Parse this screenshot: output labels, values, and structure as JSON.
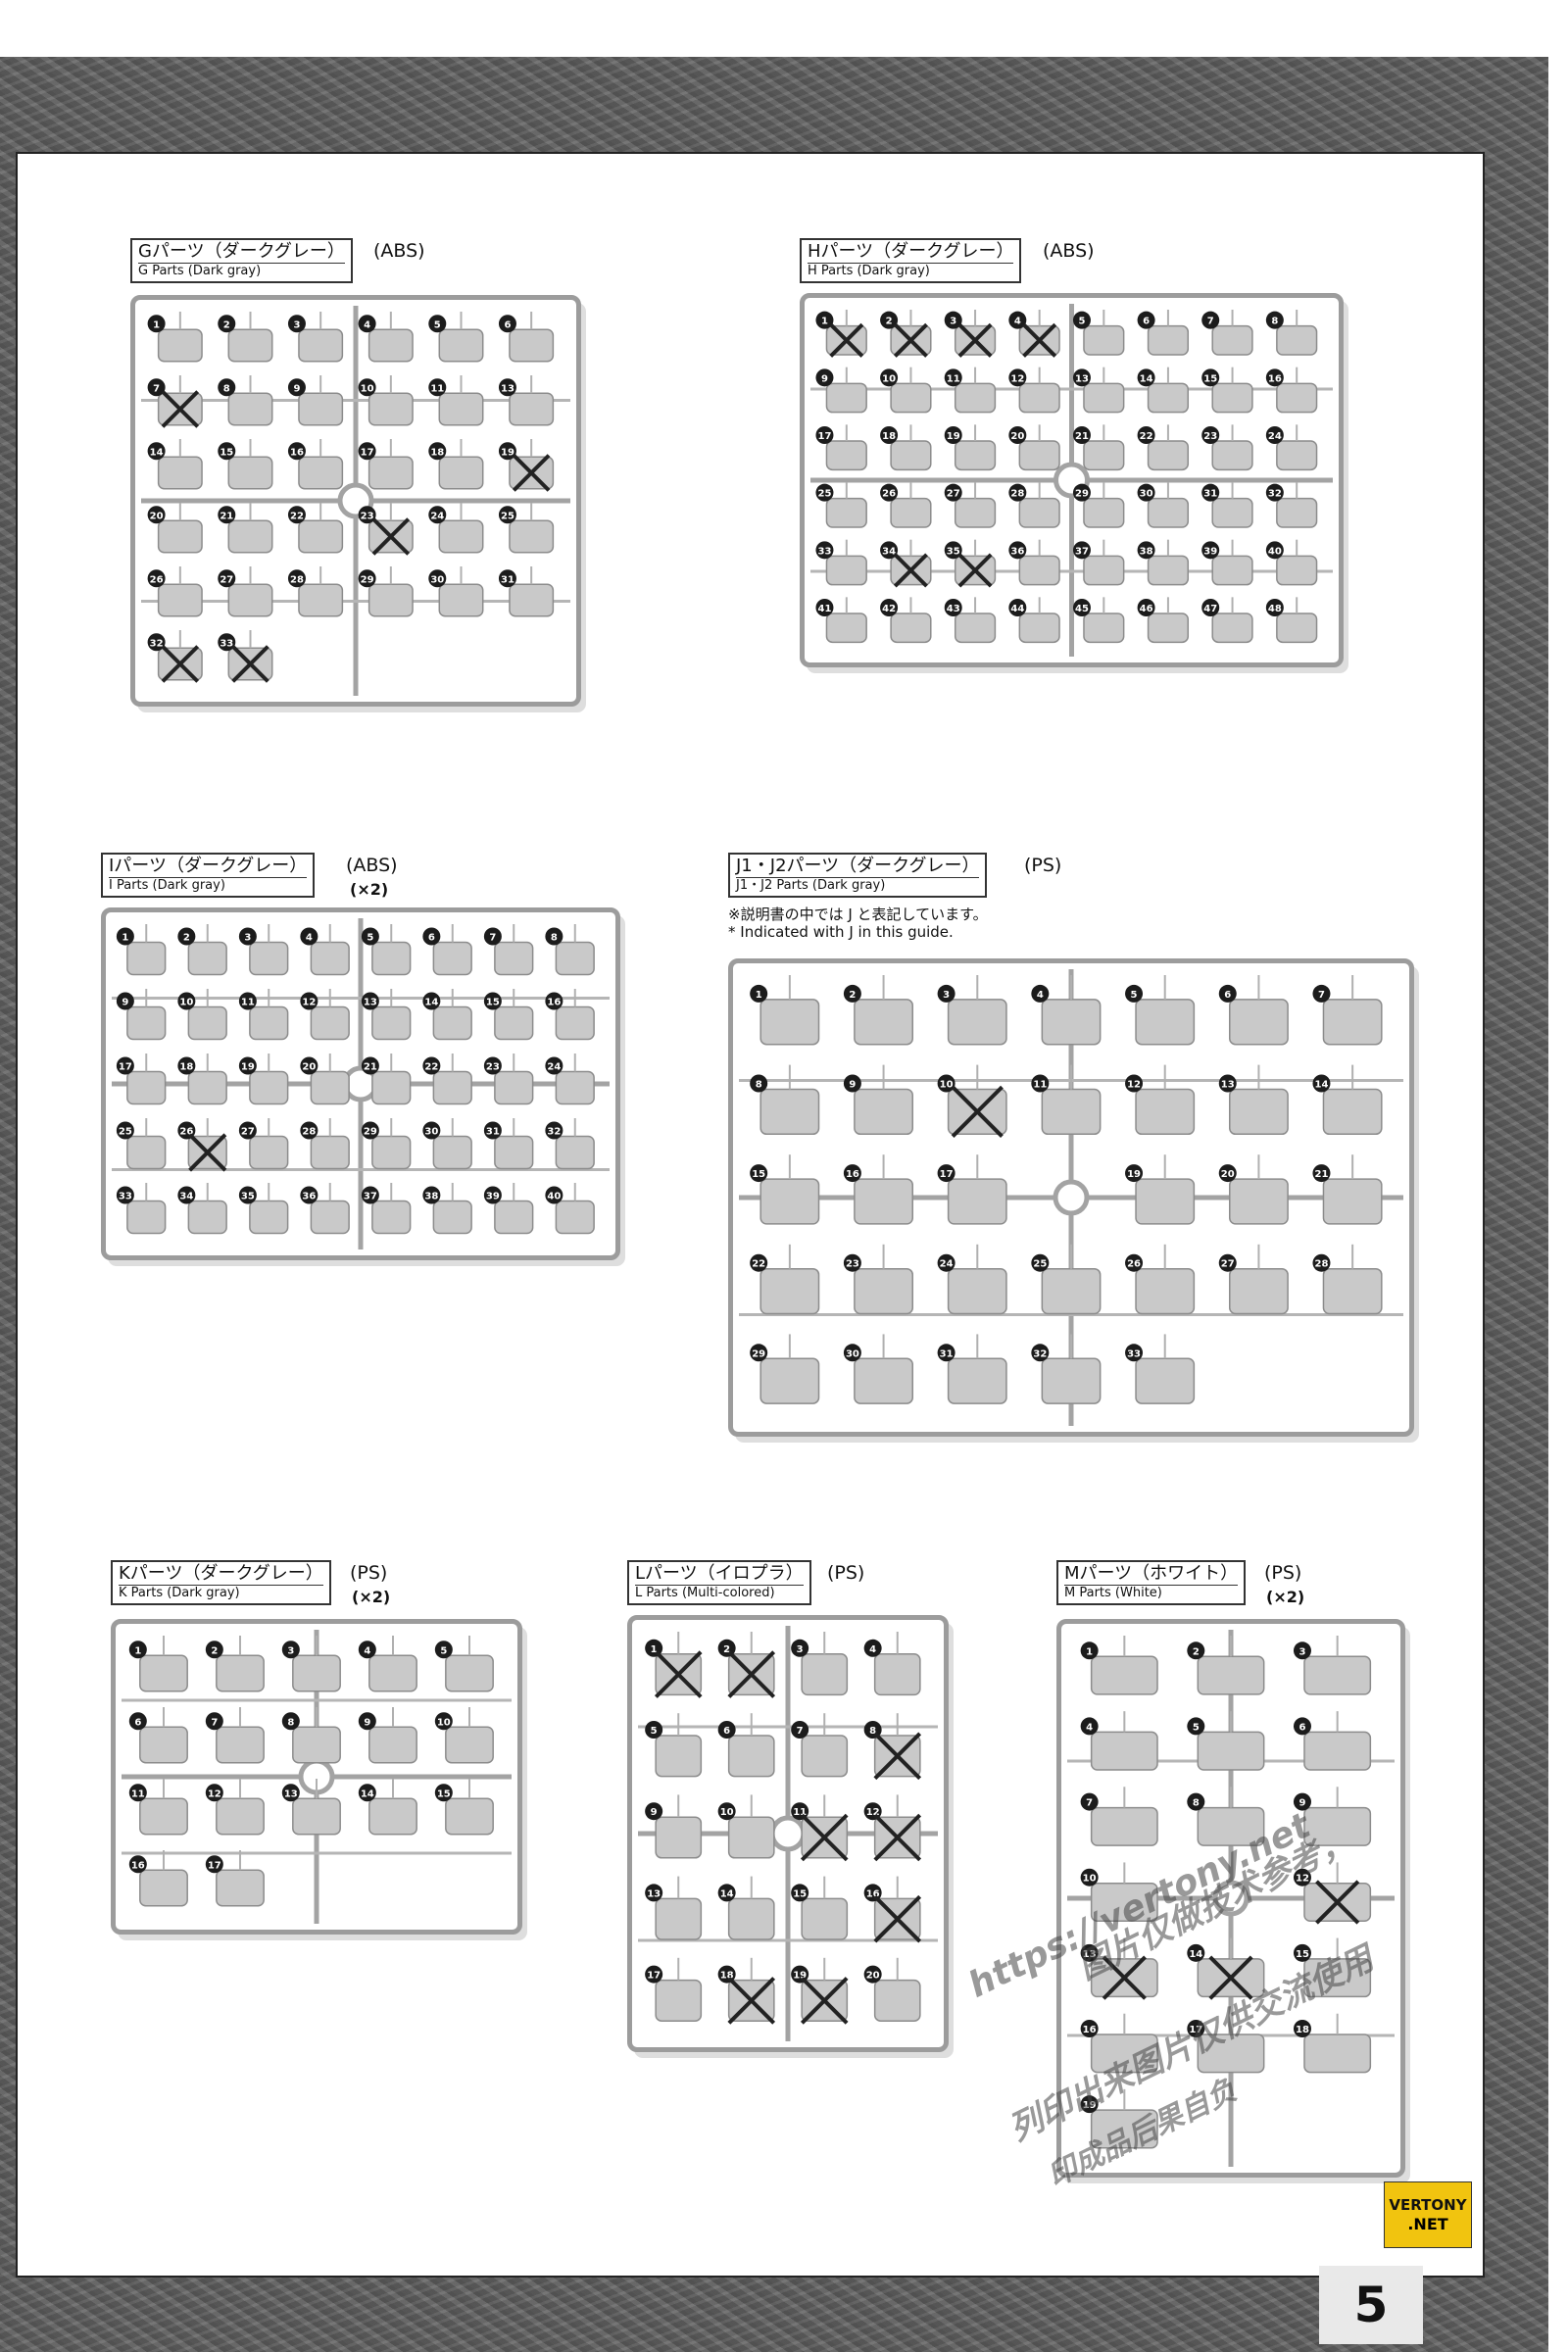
{
  "page": {
    "number": "5"
  },
  "logo": {
    "line1": "VERTONY",
    "line2": ".NET"
  },
  "watermark": {
    "line1": "https://vertony.net",
    "line2": "图片仅做技术参考，",
    "line3": "列印出来图片仅供交流使用",
    "line4": "印成品后果自负"
  },
  "sections": {
    "g": {
      "title_ja": "Gパーツ（ダークグレー）",
      "title_en": "G Parts (Dark gray)",
      "material": "(ABS)"
    },
    "h": {
      "title_ja": "Hパーツ（ダークグレー）",
      "title_en": "H Parts (Dark gray)",
      "material": "(ABS)"
    },
    "i": {
      "title_ja": "Iパーツ（ダークグレー）",
      "title_en": "I Parts (Dark gray)",
      "material": "(ABS)",
      "quantity": "(×2)"
    },
    "j": {
      "title_ja": "J1・J2パーツ（ダークグレー）",
      "title_en": "J1・J2 Parts (Dark gray)",
      "material": "(PS)",
      "note_ja": "※説明書の中では J と表記しています。",
      "note_en": "* Indicated with J in this guide."
    },
    "k": {
      "title_ja": "Kパーツ（ダークグレー）",
      "title_en": "K Parts (Dark gray)",
      "material": "(PS)",
      "quantity": "(×2)"
    },
    "l": {
      "title_ja": "Lパーツ（イロプラ）",
      "title_en": "L Parts (Multi-colored)",
      "material": "(PS)"
    },
    "m": {
      "title_ja": "Mパーツ（ホワイト）",
      "title_en": "M Parts (White)",
      "material": "(PS)",
      "quantity": "(×2)"
    }
  },
  "runners": {
    "g": {
      "labels": [
        "1",
        "2",
        "3",
        "4",
        "5",
        "6",
        "7",
        "8",
        "9",
        "10",
        "11",
        "13",
        "14",
        "15",
        "16",
        "17",
        "18",
        "19",
        "20",
        "21",
        "22",
        "23",
        "24",
        "25",
        "26",
        "27",
        "28",
        "29",
        "30",
        "31",
        "32",
        "33"
      ],
      "crossed": [
        7,
        19,
        23,
        32,
        33
      ]
    },
    "h": {
      "labels": [
        "1",
        "2",
        "3",
        "4",
        "5",
        "6",
        "7",
        "8",
        "9",
        "10",
        "11",
        "12",
        "13",
        "14",
        "15",
        "16",
        "17",
        "18",
        "19",
        "20",
        "21",
        "22",
        "23",
        "24",
        "25",
        "26",
        "27",
        "28",
        "29",
        "30",
        "31",
        "32",
        "33",
        "34",
        "35",
        "36",
        "37",
        "38",
        "39",
        "40",
        "41",
        "42",
        "43",
        "44",
        "45",
        "46",
        "47",
        "48"
      ],
      "crossed": [
        1,
        2,
        3,
        4,
        34,
        35
      ]
    },
    "i": {
      "labels": [
        "1",
        "2",
        "3",
        "4",
        "5",
        "6",
        "7",
        "8",
        "9",
        "10",
        "11",
        "12",
        "13",
        "14",
        "15",
        "16",
        "17",
        "18",
        "19",
        "20",
        "21",
        "22",
        "23",
        "24",
        "25",
        "26",
        "27",
        "28",
        "29",
        "30",
        "31",
        "32",
        "33",
        "34",
        "35",
        "36",
        "37",
        "38",
        "39",
        "40"
      ],
      "crossed": [
        26
      ]
    },
    "j": {
      "labels": [
        "1",
        "2",
        "3",
        "4",
        "5",
        "6",
        "7",
        "8",
        "9",
        "10",
        "11",
        "12",
        "13",
        "14",
        "15",
        "16",
        "17",
        "18",
        "19",
        "20",
        "21",
        "22",
        "23",
        "24",
        "25",
        "26",
        "27",
        "28",
        "29",
        "30",
        "31",
        "32",
        "33"
      ],
      "crossed": [
        10
      ]
    },
    "k": {
      "labels": [
        "1",
        "2",
        "3",
        "4",
        "5",
        "6",
        "7",
        "8",
        "9",
        "10",
        "11",
        "12",
        "13",
        "14",
        "15",
        "16",
        "17"
      ],
      "crossed": []
    },
    "l": {
      "labels": [
        "1",
        "2",
        "3",
        "4",
        "5",
        "6",
        "7",
        "8",
        "9",
        "10",
        "11",
        "12",
        "13",
        "14",
        "15",
        "16",
        "17",
        "18",
        "19",
        "20"
      ],
      "crossed": [
        1,
        2,
        8,
        11,
        12,
        16,
        18,
        19
      ]
    },
    "m": {
      "labels": [
        "1",
        "2",
        "3",
        "4",
        "5",
        "6",
        "7",
        "8",
        "9",
        "10",
        "11",
        "12",
        "13",
        "14",
        "15",
        "16",
        "17",
        "18",
        "19"
      ],
      "crossed": [
        12,
        13,
        14
      ]
    }
  }
}
